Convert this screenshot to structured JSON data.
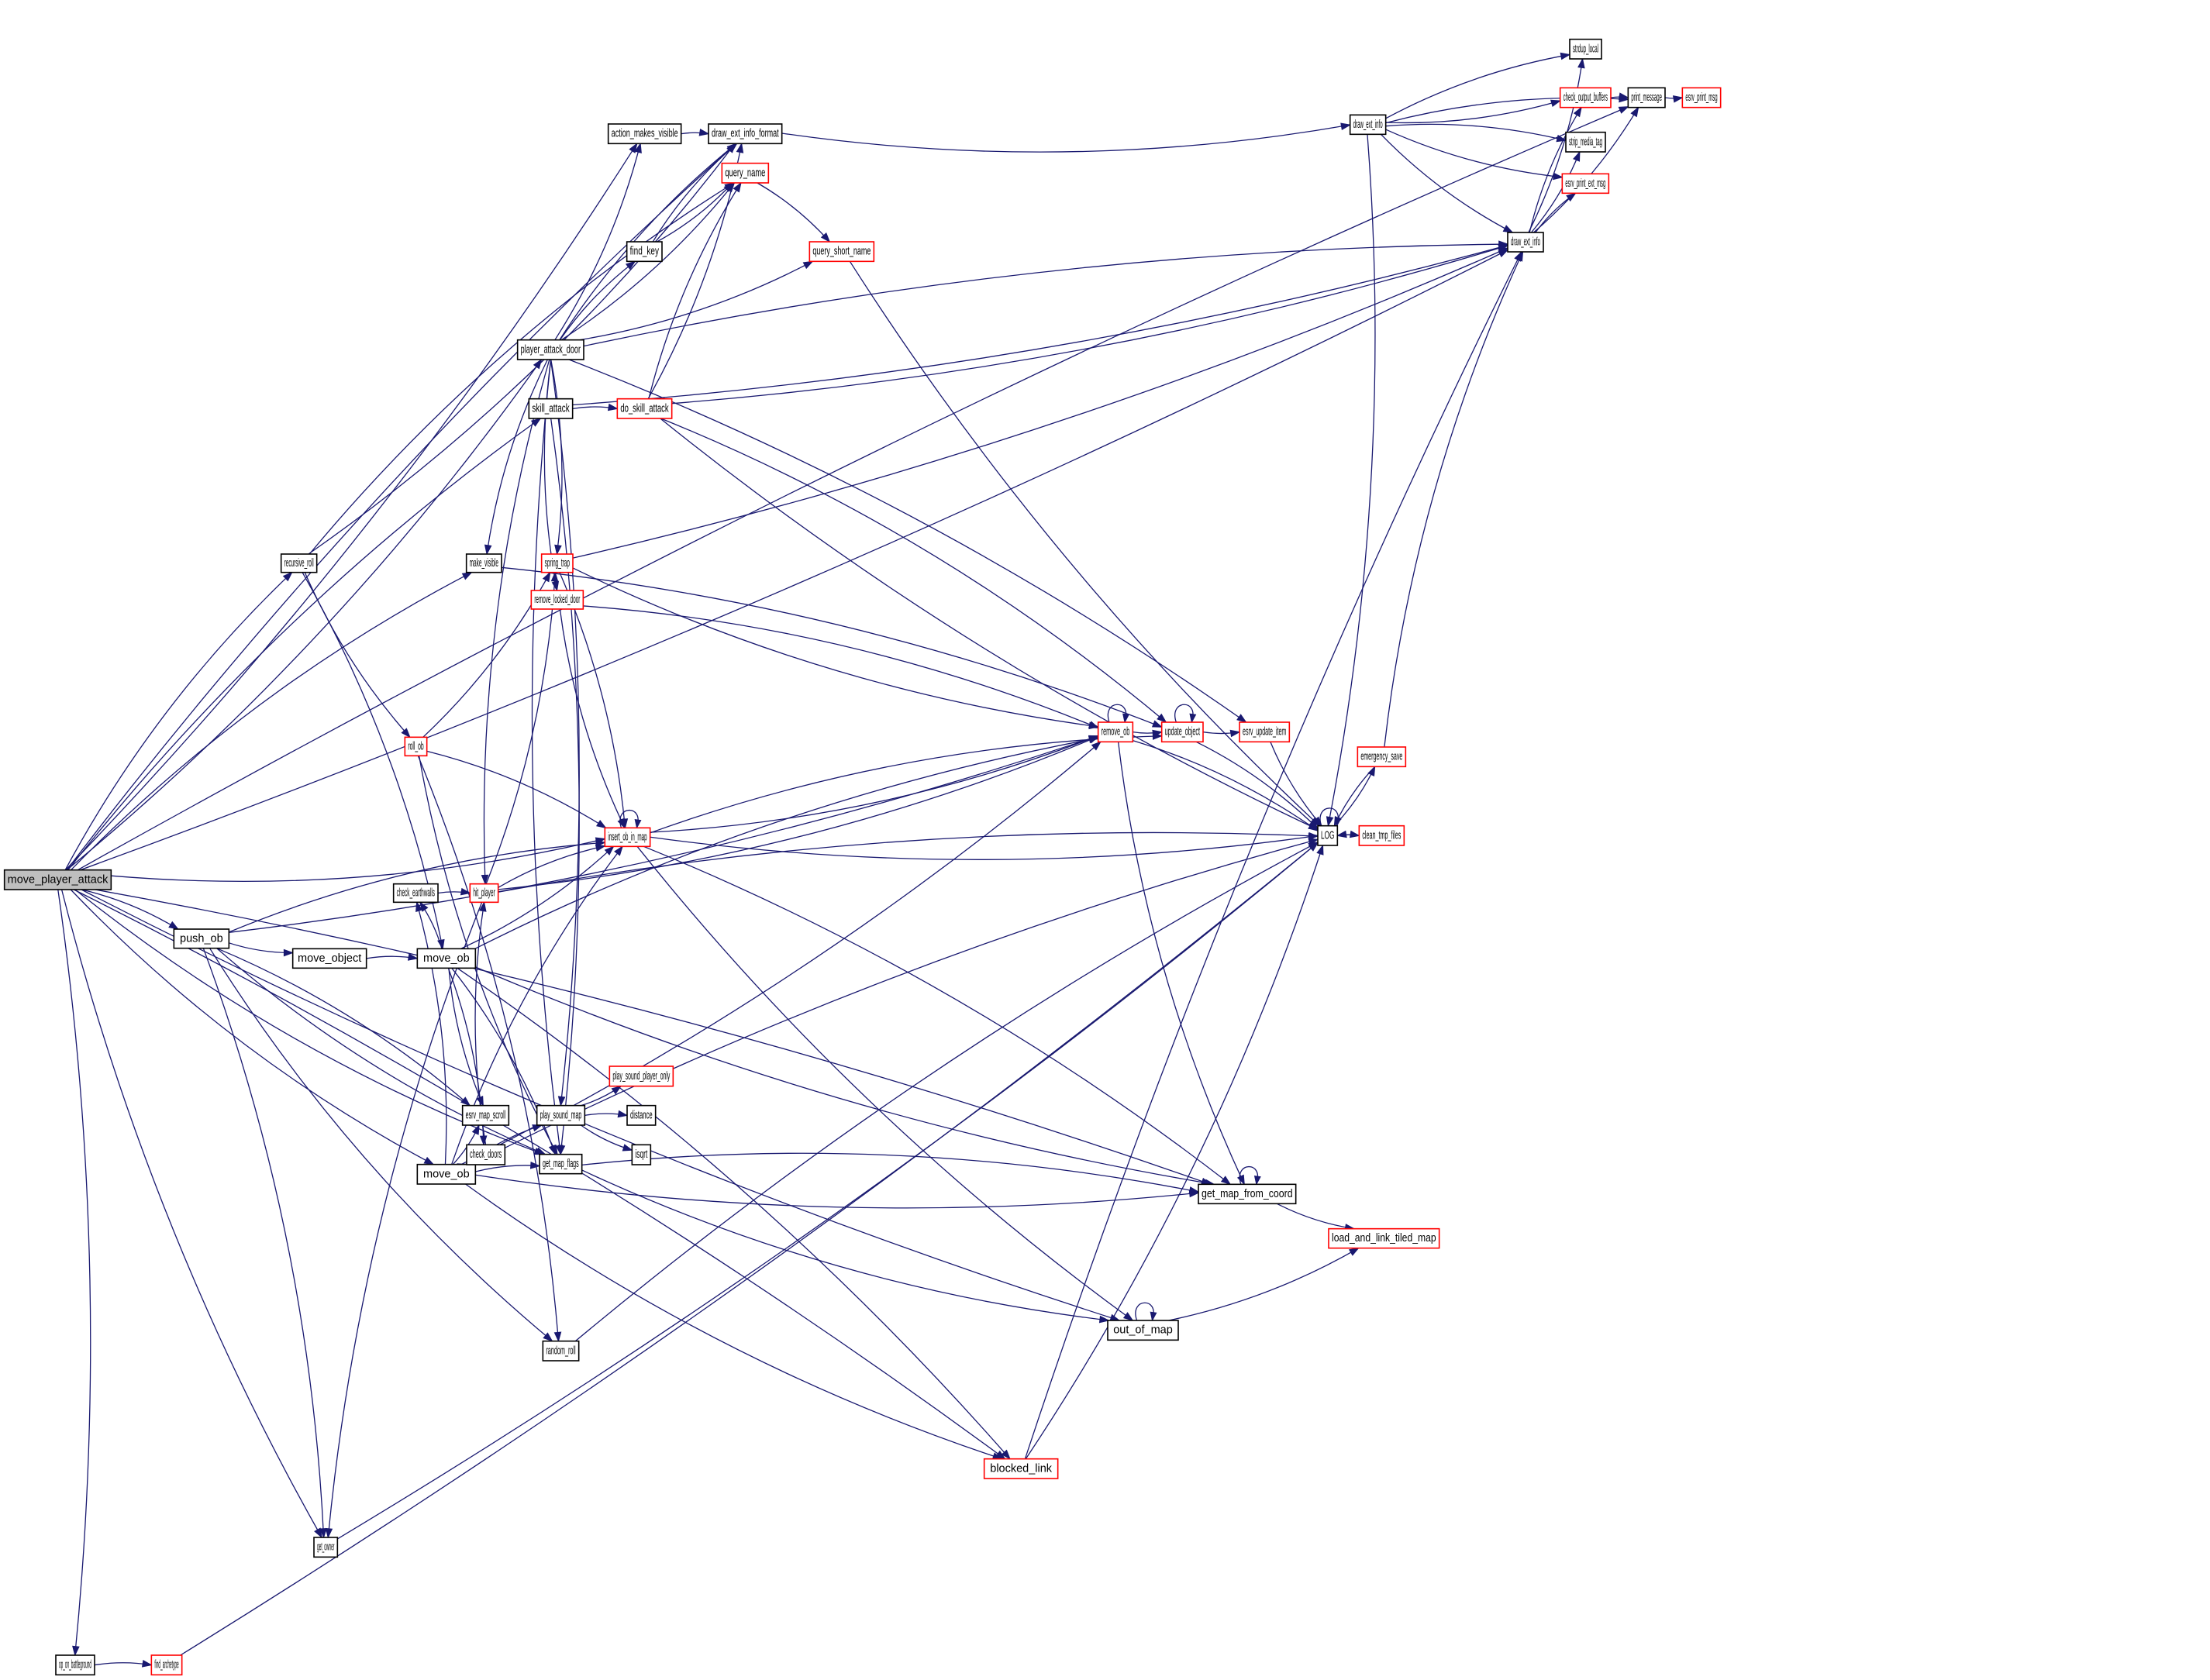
{
  "title": "move_player_attack call graph",
  "colors": {
    "edge": "#191970",
    "node_border": "#000000",
    "external_border": "#ff0000",
    "root_fill": "#bfbfbf",
    "node_fill": "#ffffff"
  },
  "nodes": [
    {
      "id": "move_player_attack",
      "label": "move_player_attack",
      "kind": "root"
    },
    {
      "id": "push_ob",
      "label": "push_ob",
      "kind": "normal"
    },
    {
      "id": "move_object",
      "label": "move_object",
      "kind": "normal"
    },
    {
      "id": "move_ob_1",
      "label": "move_ob",
      "kind": "normal"
    },
    {
      "id": "move_ob_2",
      "label": "move_ob",
      "kind": "normal"
    },
    {
      "id": "recursive_roll",
      "label": "recursive_roll",
      "kind": "normal"
    },
    {
      "id": "roll_ob",
      "label": "roll_ob",
      "kind": "external"
    },
    {
      "id": "player_attack_door",
      "label": "player_attack_door",
      "kind": "normal"
    },
    {
      "id": "skill_attack",
      "label": "skill_attack",
      "kind": "normal"
    },
    {
      "id": "do_skill_attack",
      "label": "do_skill_attack",
      "kind": "external"
    },
    {
      "id": "action_makes_visible",
      "label": "action_makes_visible",
      "kind": "normal"
    },
    {
      "id": "draw_ext_info_format",
      "label": "draw_ext_info_format",
      "kind": "normal"
    },
    {
      "id": "query_name",
      "label": "query_name",
      "kind": "external"
    },
    {
      "id": "find_key",
      "label": "find_key",
      "kind": "normal"
    },
    {
      "id": "query_short_name",
      "label": "query_short_name",
      "kind": "external"
    },
    {
      "id": "make_visible",
      "label": "make_visible",
      "kind": "normal"
    },
    {
      "id": "spring_trap",
      "label": "spring_trap",
      "kind": "external"
    },
    {
      "id": "remove_locked_door",
      "label": "remove_locked_door",
      "kind": "external"
    },
    {
      "id": "remove_ob",
      "label": "remove_ob",
      "kind": "external"
    },
    {
      "id": "update_object",
      "label": "update_object",
      "kind": "external"
    },
    {
      "id": "esrv_update_item",
      "label": "esrv_update_item",
      "kind": "external"
    },
    {
      "id": "insert_ob_in_map",
      "label": "insert_ob_in_map",
      "kind": "external"
    },
    {
      "id": "check_earthwalls",
      "label": "check_earthwalls",
      "kind": "normal"
    },
    {
      "id": "hit_player",
      "label": "hit_player",
      "kind": "external"
    },
    {
      "id": "esrv_map_scroll",
      "label": "esrv_map_scroll",
      "kind": "normal"
    },
    {
      "id": "check_doors",
      "label": "check_doors",
      "kind": "normal"
    },
    {
      "id": "play_sound_map",
      "label": "play_sound_map",
      "kind": "normal"
    },
    {
      "id": "play_sound_player_only",
      "label": "play_sound_player_only",
      "kind": "external"
    },
    {
      "id": "distance",
      "label": "distance",
      "kind": "normal"
    },
    {
      "id": "isqrt",
      "label": "isqrt",
      "kind": "normal"
    },
    {
      "id": "get_map_flags",
      "label": "get_map_flags",
      "kind": "normal"
    },
    {
      "id": "get_map_from_coord",
      "label": "get_map_from_coord",
      "kind": "normal"
    },
    {
      "id": "load_and_link_tiled_map",
      "label": "load_and_link_tiled_map",
      "kind": "external"
    },
    {
      "id": "out_of_map",
      "label": "out_of_map",
      "kind": "normal"
    },
    {
      "id": "random_roll",
      "label": "random_roll",
      "kind": "normal"
    },
    {
      "id": "blocked_link",
      "label": "blocked_link",
      "kind": "external"
    },
    {
      "id": "get_owner",
      "label": "get_owner",
      "kind": "normal"
    },
    {
      "id": "op_on_battleground",
      "label": "op_on_battleground",
      "kind": "normal"
    },
    {
      "id": "find_archetype",
      "label": "find_archetype",
      "kind": "external"
    },
    {
      "id": "draw_ext_info_1",
      "label": "draw_ext_info",
      "kind": "normal"
    },
    {
      "id": "draw_ext_info_2",
      "label": "draw_ext_info",
      "kind": "normal"
    },
    {
      "id": "strdup_local",
      "label": "strdup_local",
      "kind": "normal"
    },
    {
      "id": "check_output_buffers",
      "label": "check_output_buffers",
      "kind": "external"
    },
    {
      "id": "print_message",
      "label": "print_message",
      "kind": "normal"
    },
    {
      "id": "esrv_print_msg",
      "label": "esrv_print_msg",
      "kind": "external"
    },
    {
      "id": "strip_media_tag",
      "label": "strip_media_tag",
      "kind": "normal"
    },
    {
      "id": "esrv_print_ext_msg",
      "label": "esrv_print_ext_msg",
      "kind": "external"
    },
    {
      "id": "LOG",
      "label": "LOG",
      "kind": "normal"
    },
    {
      "id": "emergency_save",
      "label": "emergency_save",
      "kind": "external"
    },
    {
      "id": "clean_tmp_files",
      "label": "clean_tmp_files",
      "kind": "external"
    }
  ],
  "edges": [
    [
      "move_player_attack",
      "push_ob"
    ],
    [
      "move_player_attack",
      "move_ob_2"
    ],
    [
      "move_player_attack",
      "recursive_roll"
    ],
    [
      "move_player_attack",
      "player_attack_door"
    ],
    [
      "move_player_attack",
      "skill_attack"
    ],
    [
      "move_player_attack",
      "action_makes_visible"
    ],
    [
      "move_player_attack",
      "draw_ext_info_format"
    ],
    [
      "move_player_attack",
      "draw_ext_info_2"
    ],
    [
      "move_player_attack",
      "make_visible"
    ],
    [
      "move_player_attack",
      "insert_ob_in_map"
    ],
    [
      "move_player_attack",
      "get_map_from_coord"
    ],
    [
      "move_player_attack",
      "out_of_map"
    ],
    [
      "move_player_attack",
      "blocked_link"
    ],
    [
      "move_player_attack",
      "get_owner"
    ],
    [
      "move_player_attack",
      "op_on_battleground"
    ],
    [
      "move_player_attack",
      "get_map_flags"
    ],
    [
      "move_player_attack",
      "print_message"
    ],
    [
      "push_ob",
      "move_object"
    ],
    [
      "push_ob",
      "esrv_map_scroll"
    ],
    [
      "push_ob",
      "remove_ob"
    ],
    [
      "push_ob",
      "insert_ob_in_map"
    ],
    [
      "push_ob",
      "random_roll"
    ],
    [
      "push_ob",
      "get_owner"
    ],
    [
      "push_ob",
      "get_map_flags"
    ],
    [
      "move_object",
      "move_ob_1"
    ],
    [
      "move_ob_1",
      "check_earthwalls"
    ],
    [
      "move_ob_1",
      "check_doors"
    ],
    [
      "move_ob_1",
      "esrv_map_scroll"
    ],
    [
      "move_ob_1",
      "remove_ob"
    ],
    [
      "move_ob_1",
      "insert_ob_in_map"
    ],
    [
      "move_ob_1",
      "get_map_flags"
    ],
    [
      "move_ob_1",
      "get_map_from_coord"
    ],
    [
      "move_ob_1",
      "blocked_link"
    ],
    [
      "move_ob_2",
      "check_earthwalls"
    ],
    [
      "move_ob_2",
      "check_doors"
    ],
    [
      "move_ob_2",
      "esrv_map_scroll"
    ],
    [
      "move_ob_2",
      "get_map_flags"
    ],
    [
      "move_ob_2",
      "get_map_from_coord"
    ],
    [
      "move_ob_2",
      "play_sound_map"
    ],
    [
      "move_ob_2",
      "remove_ob"
    ],
    [
      "move_ob_2",
      "insert_ob_in_map"
    ],
    [
      "move_ob_2",
      "blocked_link"
    ],
    [
      "move_ob_2",
      "LOG"
    ],
    [
      "recursive_roll",
      "roll_ob"
    ],
    [
      "recursive_roll",
      "move_ob_1"
    ],
    [
      "recursive_roll",
      "draw_ext_info_format"
    ],
    [
      "recursive_roll",
      "query_name"
    ],
    [
      "roll_ob",
      "spring_trap"
    ],
    [
      "roll_ob",
      "insert_ob_in_map"
    ],
    [
      "roll_ob",
      "get_map_flags"
    ],
    [
      "roll_ob",
      "random_roll"
    ],
    [
      "player_attack_door",
      "action_makes_visible"
    ],
    [
      "player_attack_door",
      "draw_ext_info_format"
    ],
    [
      "player_attack_door",
      "query_name"
    ],
    [
      "player_attack_door",
      "find_key"
    ],
    [
      "player_attack_door",
      "query_short_name"
    ],
    [
      "player_attack_door",
      "draw_ext_info_2"
    ],
    [
      "player_attack_door",
      "make_visible"
    ],
    [
      "player_attack_door",
      "spring_trap"
    ],
    [
      "player_attack_door",
      "remove_locked_door"
    ],
    [
      "player_attack_door",
      "esrv_update_item"
    ],
    [
      "player_attack_door",
      "hit_player"
    ],
    [
      "player_attack_door",
      "play_sound_map"
    ],
    [
      "player_attack_door",
      "get_map_flags"
    ],
    [
      "skill_attack",
      "do_skill_attack"
    ],
    [
      "skill_attack",
      "draw_ext_info_2"
    ],
    [
      "skill_attack",
      "get_map_flags"
    ],
    [
      "do_skill_attack",
      "draw_ext_info_format"
    ],
    [
      "do_skill_attack",
      "query_name"
    ],
    [
      "do_skill_attack",
      "draw_ext_info_2"
    ],
    [
      "do_skill_attack",
      "update_object"
    ],
    [
      "do_skill_attack",
      "LOG"
    ],
    [
      "action_makes_visible",
      "draw_ext_info_format"
    ],
    [
      "draw_ext_info_format",
      "draw_ext_info_1"
    ],
    [
      "find_key",
      "draw_ext_info_format"
    ],
    [
      "find_key",
      "query_name"
    ],
    [
      "query_name",
      "query_short_name"
    ],
    [
      "query_short_name",
      "LOG"
    ],
    [
      "make_visible",
      "update_object"
    ],
    [
      "spring_trap",
      "remove_ob"
    ],
    [
      "spring_trap",
      "insert_ob_in_map"
    ],
    [
      "spring_trap",
      "draw_ext_info_2"
    ],
    [
      "remove_locked_door",
      "remove_ob"
    ],
    [
      "remove_locked_door",
      "insert_ob_in_map"
    ],
    [
      "remove_ob",
      "remove_ob"
    ],
    [
      "remove_ob",
      "update_object"
    ],
    [
      "remove_ob",
      "LOG"
    ],
    [
      "remove_ob",
      "get_map_from_coord"
    ],
    [
      "update_object",
      "update_object"
    ],
    [
      "update_object",
      "esrv_update_item"
    ],
    [
      "update_object",
      "LOG"
    ],
    [
      "esrv_update_item",
      "LOG"
    ],
    [
      "insert_ob_in_map",
      "insert_ob_in_map"
    ],
    [
      "insert_ob_in_map",
      "remove_ob"
    ],
    [
      "insert_ob_in_map",
      "update_object"
    ],
    [
      "insert_ob_in_map",
      "LOG"
    ],
    [
      "insert_ob_in_map",
      "get_map_from_coord"
    ],
    [
      "insert_ob_in_map",
      "out_of_map"
    ],
    [
      "check_earthwalls",
      "hit_player"
    ],
    [
      "hit_player",
      "remove_ob"
    ],
    [
      "hit_player",
      "insert_ob_in_map"
    ],
    [
      "hit_player",
      "spring_trap"
    ],
    [
      "hit_player",
      "LOG"
    ],
    [
      "hit_player",
      "get_owner"
    ],
    [
      "check_doors",
      "hit_player"
    ],
    [
      "play_sound_map",
      "play_sound_player_only"
    ],
    [
      "play_sound_map",
      "distance"
    ],
    [
      "play_sound_map",
      "isqrt"
    ],
    [
      "get_map_flags",
      "get_map_from_coord"
    ],
    [
      "get_map_flags",
      "out_of_map"
    ],
    [
      "get_map_from_coord",
      "get_map_from_coord"
    ],
    [
      "get_map_from_coord",
      "load_and_link_tiled_map"
    ],
    [
      "out_of_map",
      "out_of_map"
    ],
    [
      "out_of_map",
      "load_and_link_tiled_map"
    ],
    [
      "random_roll",
      "LOG"
    ],
    [
      "blocked_link",
      "LOG"
    ],
    [
      "blocked_link",
      "draw_ext_info_2"
    ],
    [
      "get_owner",
      "LOG"
    ],
    [
      "op_on_battleground",
      "find_archetype"
    ],
    [
      "find_archetype",
      "LOG"
    ],
    [
      "draw_ext_info_1",
      "strdup_local"
    ],
    [
      "draw_ext_info_1",
      "check_output_buffers"
    ],
    [
      "draw_ext_info_1",
      "strip_media_tag"
    ],
    [
      "draw_ext_info_1",
      "esrv_print_ext_msg"
    ],
    [
      "draw_ext_info_1",
      "print_message"
    ],
    [
      "draw_ext_info_1",
      "draw_ext_info_2"
    ],
    [
      "draw_ext_info_1",
      "LOG"
    ],
    [
      "draw_ext_info_2",
      "strdup_local"
    ],
    [
      "draw_ext_info_2",
      "check_output_buffers"
    ],
    [
      "draw_ext_info_2",
      "strip_media_tag"
    ],
    [
      "draw_ext_info_2",
      "esrv_print_ext_msg"
    ],
    [
      "draw_ext_info_2",
      "print_message"
    ],
    [
      "check_output_buffers",
      "print_message"
    ],
    [
      "print_message",
      "esrv_print_msg"
    ],
    [
      "LOG",
      "LOG"
    ],
    [
      "LOG",
      "emergency_save"
    ],
    [
      "LOG",
      "clean_tmp_files"
    ],
    [
      "emergency_save",
      "LOG"
    ],
    [
      "emergency_save",
      "draw_ext_info_2"
    ],
    [
      "clean_tmp_files",
      "LOG"
    ]
  ]
}
